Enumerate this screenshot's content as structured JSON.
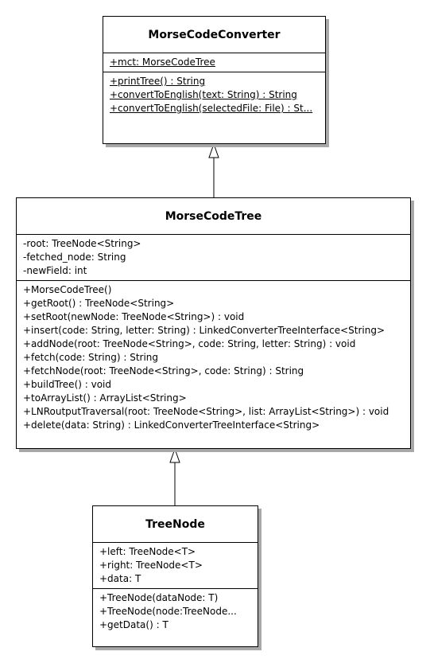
{
  "classes": {
    "morse_code_converter": {
      "name": "MorseCodeConverter",
      "attributes": [
        {
          "text": "+mct: MorseCodeTree",
          "static": true
        }
      ],
      "operations": [
        {
          "text": "+printTree() : String",
          "static": true
        },
        {
          "text": "+convertToEnglish(text: String) : String",
          "static": true
        },
        {
          "text": "+convertToEnglish(selectedFile: File) : St...",
          "static": true
        }
      ]
    },
    "morse_code_tree": {
      "name": "MorseCodeTree",
      "attributes": [
        {
          "text": "-root: TreeNode<String>"
        },
        {
          "text": "-fetched_node: String"
        },
        {
          "text": "-newField: int"
        }
      ],
      "operations": [
        {
          "text": "+MorseCodeTree()"
        },
        {
          "text": "+getRoot() : TreeNode<String>"
        },
        {
          "text": "+setRoot(newNode: TreeNode<String>) : void"
        },
        {
          "text": "+insert(code: String, letter: String) : LinkedConverterTreeInterface<String>"
        },
        {
          "text": "+addNode(root: TreeNode<String>, code: String, letter: String) : void"
        },
        {
          "text": "+fetch(code: String) : String"
        },
        {
          "text": "+fetchNode(root: TreeNode<String>, code: String) : String"
        },
        {
          "text": "+buildTree() : void"
        },
        {
          "text": "+toArrayList() : ArrayList<String>"
        },
        {
          "text": "+LNRoutputTraversal(root: TreeNode<String>, list: ArrayList<String>) : void"
        },
        {
          "text": "+delete(data: String) : LinkedConverterTreeInterface<String>"
        }
      ]
    },
    "tree_node": {
      "name": "TreeNode",
      "attributes": [
        {
          "text": "+left: TreeNode<T>"
        },
        {
          "text": "+right: TreeNode<T>"
        },
        {
          "text": "+data: T"
        }
      ],
      "operations": [
        {
          "text": "+TreeNode(dataNode: T)"
        },
        {
          "text": "+TreeNode(node:TreeNode..."
        },
        {
          "text": "+getData() : T"
        }
      ]
    }
  }
}
